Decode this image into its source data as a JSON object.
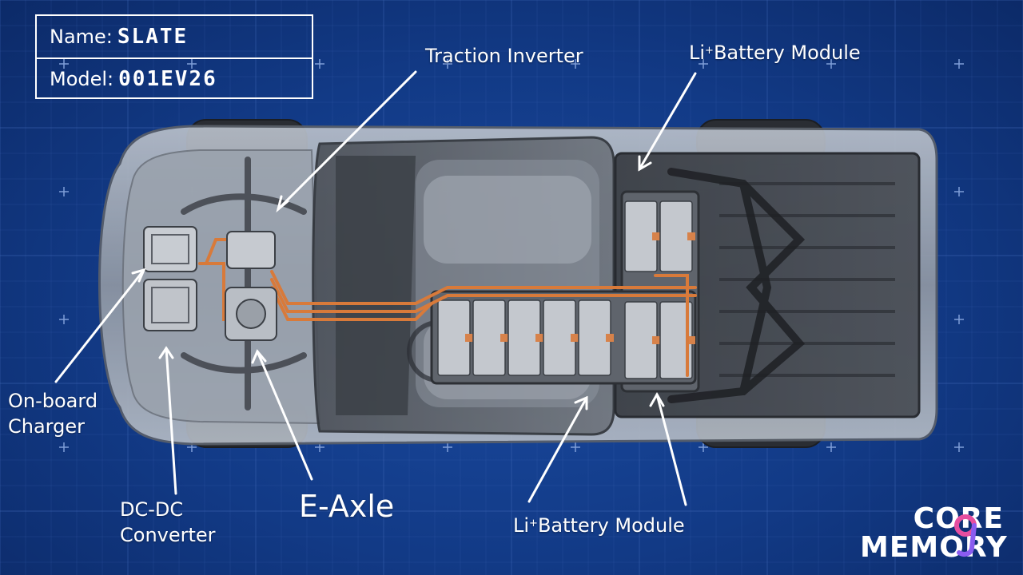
{
  "spec": {
    "name_label": "Name:",
    "name_value": "SLATE",
    "model_label": "Model:",
    "model_value": "001EV26"
  },
  "callouts": {
    "traction_inverter": "Traction Inverter",
    "battery_top": "Battery Module",
    "battery_bottom": "Battery Module",
    "battery_prefix": "Li",
    "battery_superscript": "+",
    "onboard_charger_line1": "On-board",
    "onboard_charger_line2": "Charger",
    "dcdc_line1": "DC-DC",
    "dcdc_line2": "Converter",
    "e_axle": "E-Axle"
  },
  "logo": {
    "line1": "CORE",
    "line2": "MEMORY"
  },
  "colors": {
    "background": "#123a86",
    "grid": "#3f66b5",
    "text": "#ffffff",
    "body": "#9aa3b0",
    "cable": "#d87a3a",
    "battery_tab": "#d7824a",
    "logo_accent": "#e64fa0"
  },
  "icons": [
    "car-cutaway-illustration",
    "grid-cross-marker",
    "core-memory-nine-logo"
  ]
}
